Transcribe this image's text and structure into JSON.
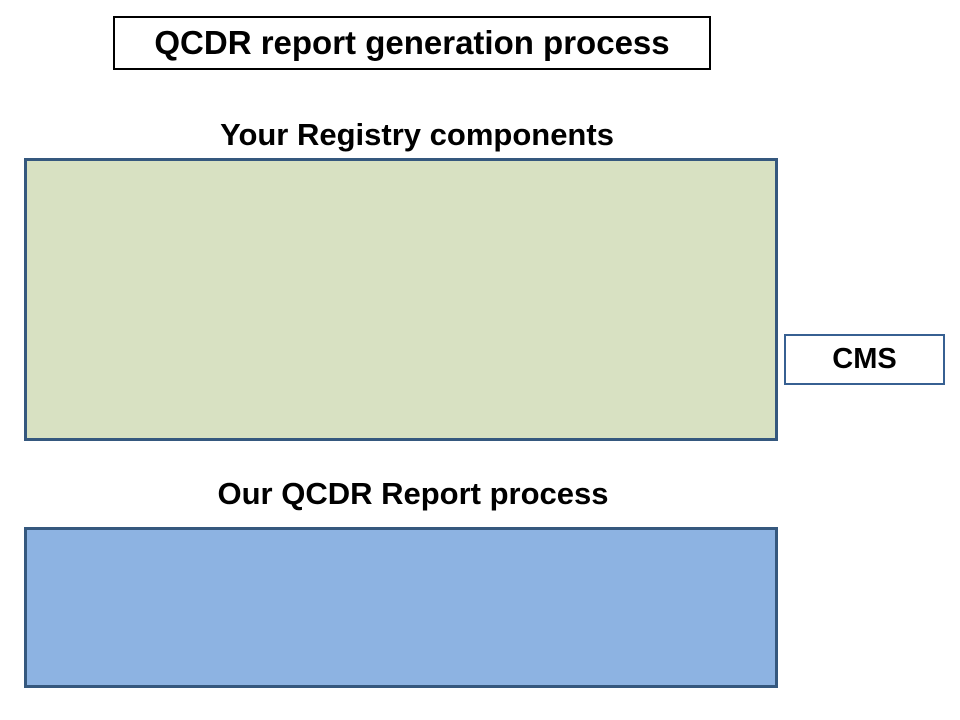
{
  "slide": {
    "title": "QCDR report generation process"
  },
  "registry_section": {
    "heading": "Your Registry components"
  },
  "report_section": {
    "heading": "Our QCDR Report process"
  },
  "cms": {
    "label": "CMS"
  },
  "colors": {
    "background": "#FFFFFF",
    "text": "#000000",
    "title-border": "#000000",
    "registry-fill": "#D8E1C2",
    "registry-border": "#35587E",
    "report-fill": "#8DB3E2",
    "report-border": "#35587E",
    "cms-border": "#376092"
  }
}
